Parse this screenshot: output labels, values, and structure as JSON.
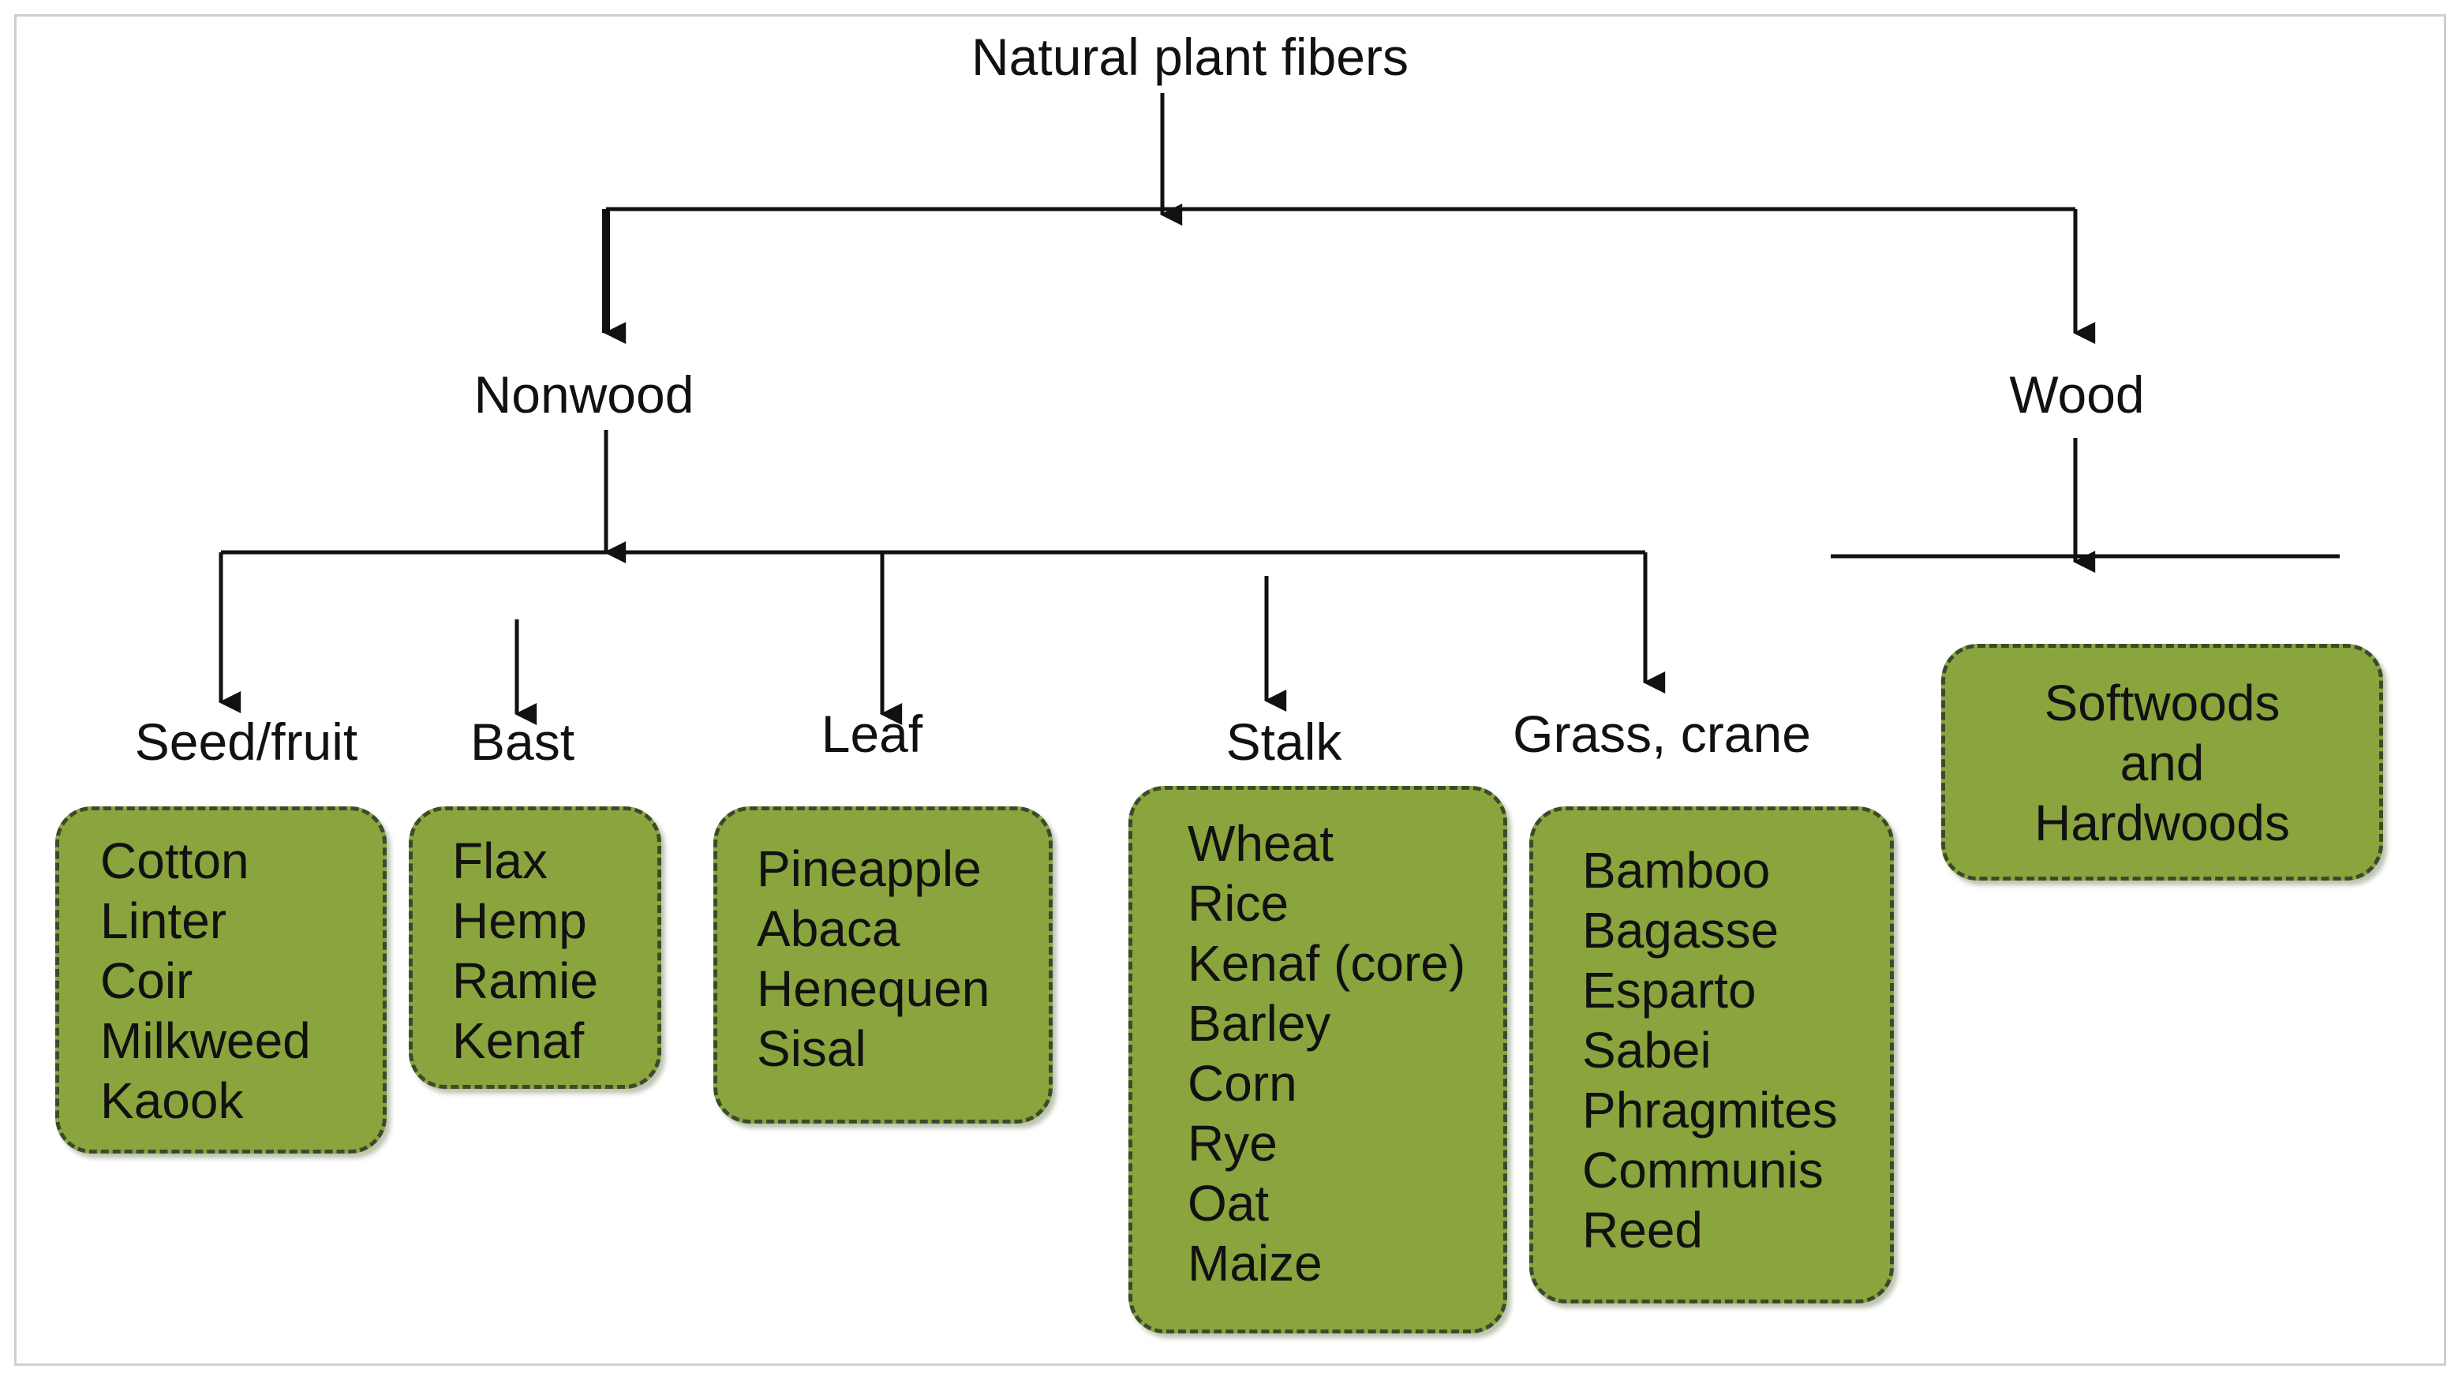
{
  "diagram": {
    "root": {
      "label": "Natural plant fibers"
    },
    "nonwood": {
      "label": "Nonwood",
      "categories": [
        {
          "label": "Seed/fruit",
          "items": [
            "Cotton",
            "Linter",
            "Coir",
            "Milkweed",
            "Kaook"
          ]
        },
        {
          "label": "Bast",
          "items": [
            "Flax",
            "Hemp",
            "Ramie",
            "Kenaf"
          ]
        },
        {
          "label": "Leaf",
          "items": [
            "Pineapple",
            "Abaca",
            "Henequen",
            "Sisal"
          ]
        },
        {
          "label": "Stalk",
          "items": [
            "Wheat",
            "Rice",
            "Kenaf (core)",
            "Barley",
            "Corn",
            "Rye",
            "Oat",
            "Maize"
          ]
        },
        {
          "label": "Grass, crane",
          "items": [
            "Bamboo",
            "Bagasse",
            "Esparto",
            "Sabei",
            "Phragmites",
            "Communis",
            "Reed"
          ]
        }
      ]
    },
    "wood": {
      "label": "Wood",
      "items": [
        "Softwoods",
        "and",
        "Hardwoods"
      ]
    },
    "colors": {
      "box_fill": "#8aa43e",
      "box_border": "#3c4a2b",
      "line": "#111111",
      "frame": "#cfcfcf"
    }
  }
}
